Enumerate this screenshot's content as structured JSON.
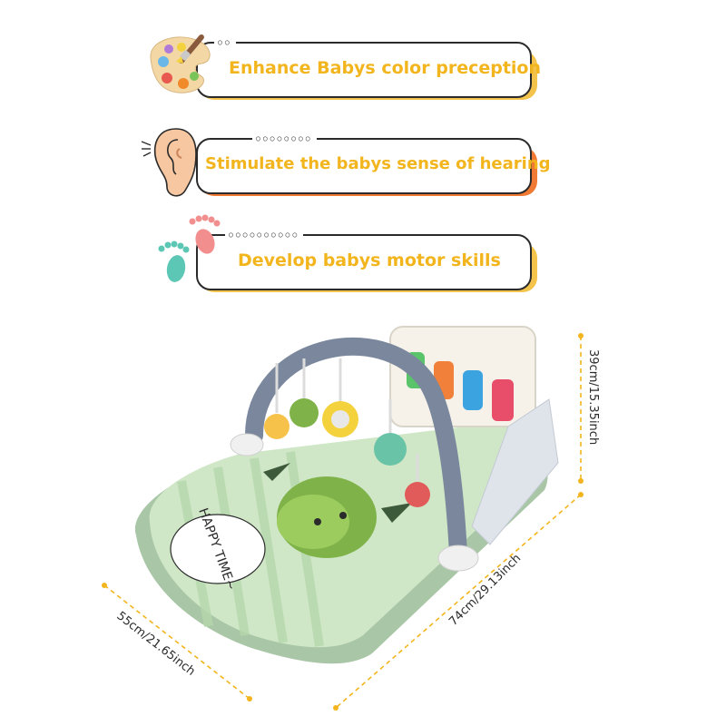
{
  "features": [
    {
      "label": "Enhance Babys color preception",
      "icon": "paint-palette-icon"
    },
    {
      "label": "Stimulate the babys sense of hearing",
      "icon": "ear-icon"
    },
    {
      "label": "Develop babys motor skills",
      "icon": "footprints-icon"
    }
  ],
  "dimensions": {
    "height_label": "39cm/15.35inch",
    "length_label": "74cm/29.13inch",
    "width_label": "55cm/21.65inch"
  },
  "product": {
    "mat_text": "HAPPY TIME~",
    "name": "baby-play-gym-mat"
  },
  "colors": {
    "label_text": "#f2b51d",
    "accent_orange": "#f07a34",
    "accent_yellow": "#f4c34b",
    "dimension_line": "#f2b51d",
    "mat_green": "#b9d9b0",
    "arch_gray": "#7a879c"
  }
}
